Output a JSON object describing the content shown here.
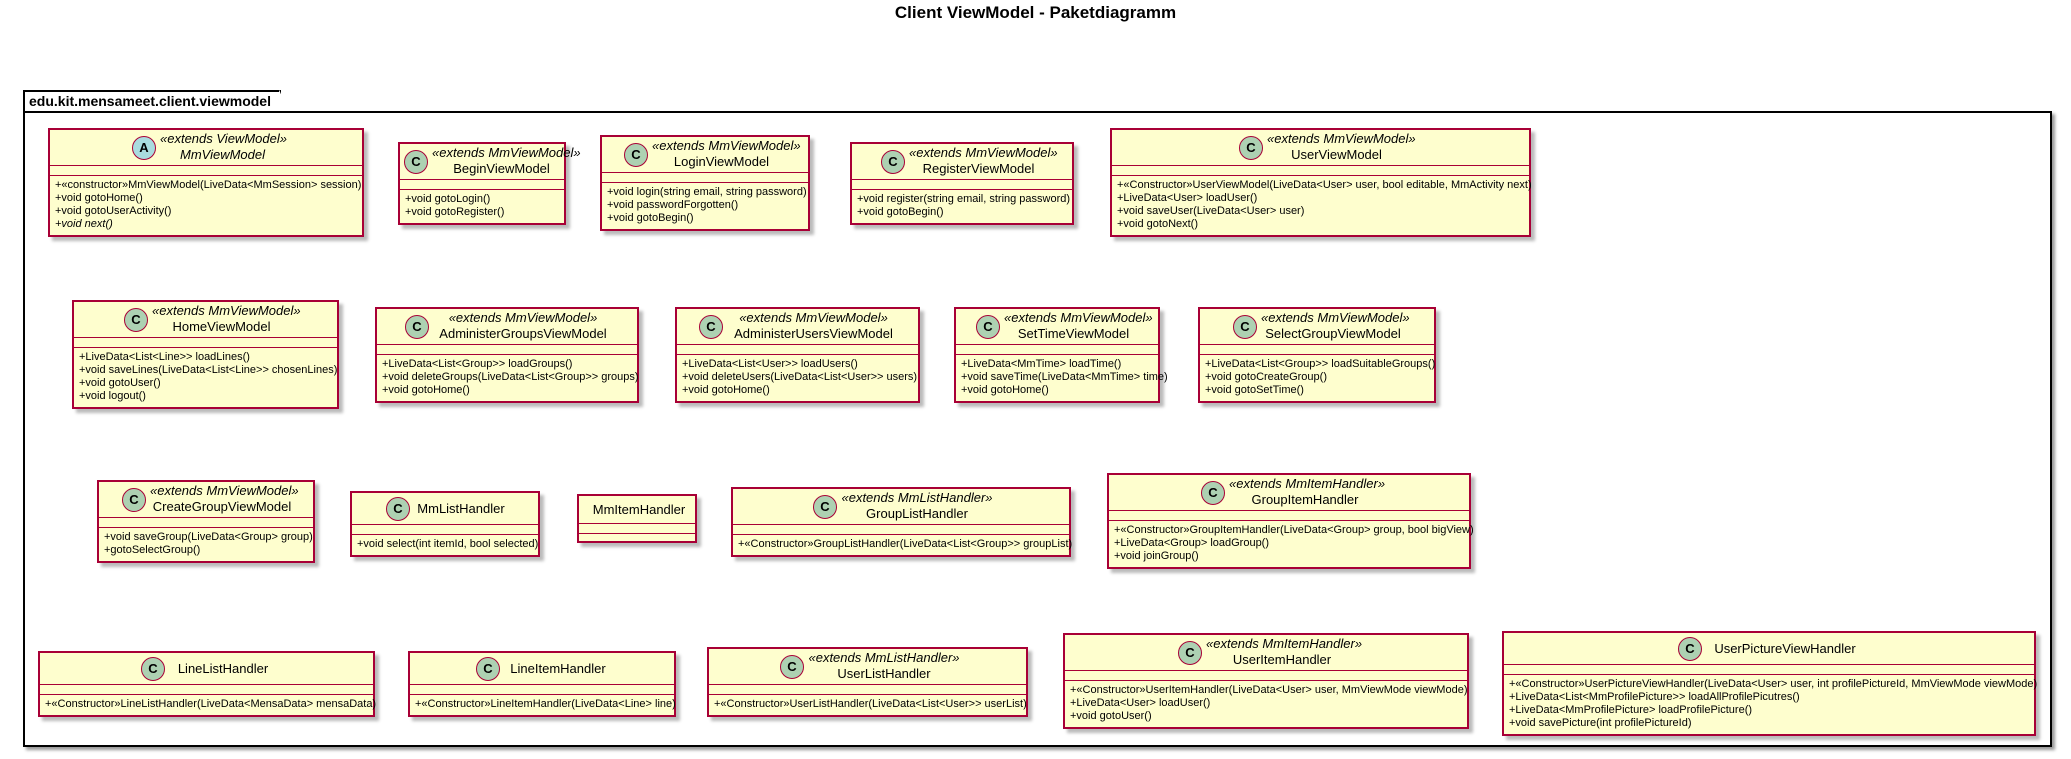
{
  "diagram": {
    "title": "Client ViewModel - Paketdiagramm",
    "package": "edu.kit.mensameet.client.viewmodel",
    "classes": [
      {
        "id": "mmviewmodel",
        "icon": "A",
        "stereo": "«extends ViewModel»",
        "name": "MmViewModel",
        "abstract": true,
        "methods": [
          {
            "t": "+«constructor»MmViewModel(LiveData<MmSession> session)"
          },
          {
            "t": "+void gotoHome()"
          },
          {
            "t": "+void gotoUserActivity()"
          },
          {
            "t": "+void next()",
            "italic": true
          }
        ]
      },
      {
        "id": "beginviewmodel",
        "icon": "C",
        "stereo": "«extends MmViewModel»",
        "name": "BeginViewModel",
        "methods": [
          {
            "t": "+void gotoLogin()"
          },
          {
            "t": "+void gotoRegister()"
          }
        ]
      },
      {
        "id": "loginviewmodel",
        "icon": "C",
        "stereo": "«extends MmViewModel»",
        "name": "LoginViewModel",
        "methods": [
          {
            "t": "+void login(string email, string password)"
          },
          {
            "t": "+void passwordForgotten()"
          },
          {
            "t": "+void gotoBegin()"
          }
        ]
      },
      {
        "id": "registerviewmodel",
        "icon": "C",
        "stereo": "«extends MmViewModel»",
        "name": "RegisterViewModel",
        "methods": [
          {
            "t": "+void register(string email, string password)"
          },
          {
            "t": "+void gotoBegin()"
          }
        ]
      },
      {
        "id": "userviewmodel",
        "icon": "C",
        "stereo": "«extends MmViewModel»",
        "name": "UserViewModel",
        "methods": [
          {
            "t": "+«Constructor»UserViewModel(LiveData<User> user, bool editable, MmActivity next)"
          },
          {
            "t": "+LiveData<User> loadUser()"
          },
          {
            "t": "+void saveUser(LiveData<User> user)"
          },
          {
            "t": "+void gotoNext()"
          }
        ]
      },
      {
        "id": "homeviewmodel",
        "icon": "C",
        "stereo": "«extends MmViewModel»",
        "name": "HomeViewModel",
        "methods": [
          {
            "t": "+LiveData<List<Line>> loadLines()"
          },
          {
            "t": "+void saveLines(LiveData<List<Line>> chosenLines)"
          },
          {
            "t": "+void gotoUser()"
          },
          {
            "t": "+void logout()"
          }
        ]
      },
      {
        "id": "administergroupsviewmodel",
        "icon": "C",
        "stereo": "«extends MmViewModel»",
        "name": "AdministerGroupsViewModel",
        "methods": [
          {
            "t": "+LiveData<List<Group>> loadGroups()"
          },
          {
            "t": "+void deleteGroups(LiveData<List<Group>> groups)"
          },
          {
            "t": "+void gotoHome()"
          }
        ]
      },
      {
        "id": "administerusersviewmodel",
        "icon": "C",
        "stereo": "«extends MmViewModel»",
        "name": "AdministerUsersViewModel",
        "methods": [
          {
            "t": "+LiveData<List<User>> loadUsers()"
          },
          {
            "t": "+void deleteUsers(LiveData<List<User>> users)"
          },
          {
            "t": "+void gotoHome()"
          }
        ]
      },
      {
        "id": "settimeviewmodel",
        "icon": "C",
        "stereo": "«extends MmViewModel»",
        "name": "SetTimeViewModel",
        "methods": [
          {
            "t": "+LiveData<MmTime> loadTime()"
          },
          {
            "t": "+void saveTime(LiveData<MmTime> time)"
          },
          {
            "t": "+void gotoHome()"
          }
        ]
      },
      {
        "id": "selectgroupviewmodel",
        "icon": "C",
        "stereo": "«extends MmViewModel»",
        "name": "SelectGroupViewModel",
        "methods": [
          {
            "t": "+LiveData<List<Group>> loadSuitableGroups()"
          },
          {
            "t": "+void gotoCreateGroup()"
          },
          {
            "t": "+void gotoSetTime()"
          }
        ]
      },
      {
        "id": "creategroupviewmodel",
        "icon": "C",
        "stereo": "«extends MmViewModel»",
        "name": "CreateGroupViewModel",
        "methods": [
          {
            "t": "+void saveGroup(LiveData<Group> group)"
          },
          {
            "t": "+gotoSelectGroup()"
          }
        ]
      },
      {
        "id": "mmlisthandler",
        "icon": "C",
        "stereo": "",
        "name": "MmListHandler",
        "methods": [
          {
            "t": "+void select(int itemId, bool selected)"
          }
        ]
      },
      {
        "id": "mmitemhandler",
        "icon": "",
        "stereo": "",
        "name": "MmItemHandler",
        "methods": []
      },
      {
        "id": "grouplisthandler",
        "icon": "C",
        "stereo": "«extends MmListHandler»",
        "name": "GroupListHandler",
        "methods": [
          {
            "t": "+«Constructor»GroupListHandler(LiveData<List<Group>> groupList)"
          }
        ]
      },
      {
        "id": "groupitemhandler",
        "icon": "C",
        "stereo": "«extends MmItemHandler»",
        "name": "GroupItemHandler",
        "methods": [
          {
            "t": "+«Constructor»GroupItemHandler(LiveData<Group> group, bool bigView)"
          },
          {
            "t": "+LiveData<Group> loadGroup()"
          },
          {
            "t": "+void joinGroup()"
          }
        ]
      },
      {
        "id": "linelisthandler",
        "icon": "C",
        "stereo": "",
        "name": "LineListHandler",
        "methods": [
          {
            "t": "+«Constructor»LineListHandler(LiveData<MensaData> mensaData)"
          }
        ]
      },
      {
        "id": "lineitemhandler",
        "icon": "C",
        "stereo": "",
        "name": "LineItemHandler",
        "methods": [
          {
            "t": "+«Constructor»LineItemHandler(LiveData<Line> line)"
          }
        ]
      },
      {
        "id": "userlisthandler",
        "icon": "C",
        "stereo": "«extends MmListHandler»",
        "name": "UserListHandler",
        "methods": [
          {
            "t": "+«Constructor»UserListHandler(LiveData<List<User>> userList)"
          }
        ]
      },
      {
        "id": "useritemhandler",
        "icon": "C",
        "stereo": "«extends MmItemHandler»",
        "name": "UserItemHandler",
        "methods": [
          {
            "t": "+«Constructor»UserItemHandler(LiveData<User> user, MmViewMode viewMode)"
          },
          {
            "t": "+LiveData<User> loadUser()"
          },
          {
            "t": "+void gotoUser()"
          }
        ]
      },
      {
        "id": "userpictureviewhandler",
        "icon": "C",
        "stereo": "",
        "name": "UserPictureViewHandler",
        "methods": [
          {
            "t": "+«Constructor»UserPictureViewHandler(LiveData<User> user, int profilePictureId, MmViewMode viewMode)"
          },
          {
            "t": "+LiveData<List<MmProfilePicture>> loadAllProfilePicutres()"
          },
          {
            "t": "+LiveData<MmProfilePicture> loadProfilePicture()"
          },
          {
            "t": "+void savePicture(int profilePictureId)"
          }
        ]
      }
    ]
  }
}
